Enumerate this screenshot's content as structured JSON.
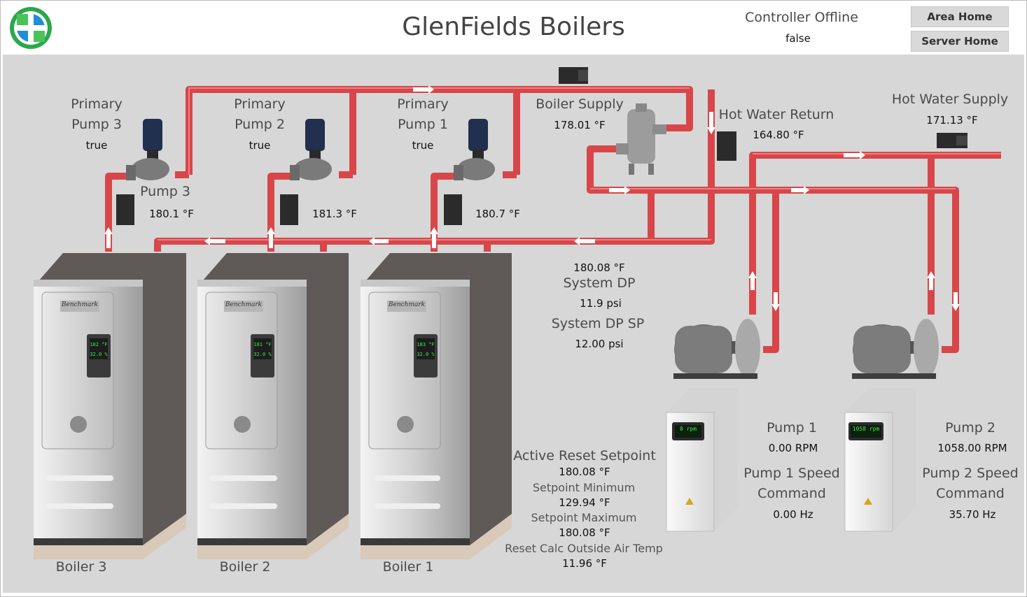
{
  "header": {
    "title": "GlenFields Boilers",
    "controller_offline_label": "Controller Offline",
    "controller_offline_value": "false",
    "area_home": "Area Home",
    "server_home": "Server Home"
  },
  "primary_pumps": [
    {
      "label_line1": "Primary",
      "label_line2": "Pump 3",
      "status": "true",
      "temp": "180.1 °F",
      "name_overlay": "Pump 3"
    },
    {
      "label_line1": "Primary",
      "label_line2": "Pump 2",
      "status": "true",
      "temp": "181.3 °F"
    },
    {
      "label_line1": "Primary",
      "label_line2": "Pump 1",
      "status": "true",
      "temp": "180.7 °F"
    }
  ],
  "boiler_supply": {
    "label": "Boiler Supply",
    "value": "178.01 °F"
  },
  "hot_water_return": {
    "label": "Hot Water Return",
    "value": "164.80 °F"
  },
  "hot_water_supply": {
    "label": "Hot Water Supply",
    "value": "171.13 °F"
  },
  "system": {
    "return_temp": "180.08 °F",
    "dp_label": "System DP",
    "dp_value": "11.9 psi",
    "dp_sp_label": "System DP SP",
    "dp_sp_value": "12.00 psi"
  },
  "reset": {
    "active_label": "Active Reset Setpoint",
    "active_value": "180.08 °F",
    "min_label": "Setpoint Minimum",
    "min_value": "129.94 °F",
    "max_label": "Setpoint Maximum",
    "max_value": "180.08 °F",
    "oat_label": "Reset Calc Outside Air Temp",
    "oat_value": "11.96 °F"
  },
  "boilers": [
    {
      "name": "Boiler 3",
      "display_line1": "182 °F",
      "display_line2": "32.0 %",
      "brand": "Benchmark"
    },
    {
      "name": "Boiler 2",
      "display_line1": "181 °F",
      "display_line2": "32.0 %",
      "brand": "Benchmark"
    },
    {
      "name": "Boiler 1",
      "display_line1": "183 °F",
      "display_line2": "32.0 %",
      "brand": "Benchmark"
    }
  ],
  "secondary_pumps": [
    {
      "name": "Pump 1",
      "rpm": "0.00 RPM",
      "speed_label_1": "Pump 1 Speed",
      "speed_label_2": "Command",
      "speed_value": "0.00 Hz",
      "vfd_display": "0 rpm"
    },
    {
      "name": "Pump 2",
      "rpm": "1058.00 RPM",
      "speed_label_1": "Pump 2 Speed",
      "speed_label_2": "Command",
      "speed_value": "35.70 Hz",
      "vfd_display": "1058 rpm"
    }
  ],
  "colors": {
    "pipe": "#d8464a",
    "pipe_dark": "#a92b30",
    "canvas": "#d7d7d7",
    "logo_green": "#3ab54a",
    "logo_blue": "#1f8ed6"
  },
  "icons": [
    "logo-icon",
    "pump-icon",
    "sensor-icon",
    "air-separator-icon",
    "boiler-icon",
    "vfd-icon",
    "motor-icon",
    "flow-arrow-icon"
  ]
}
